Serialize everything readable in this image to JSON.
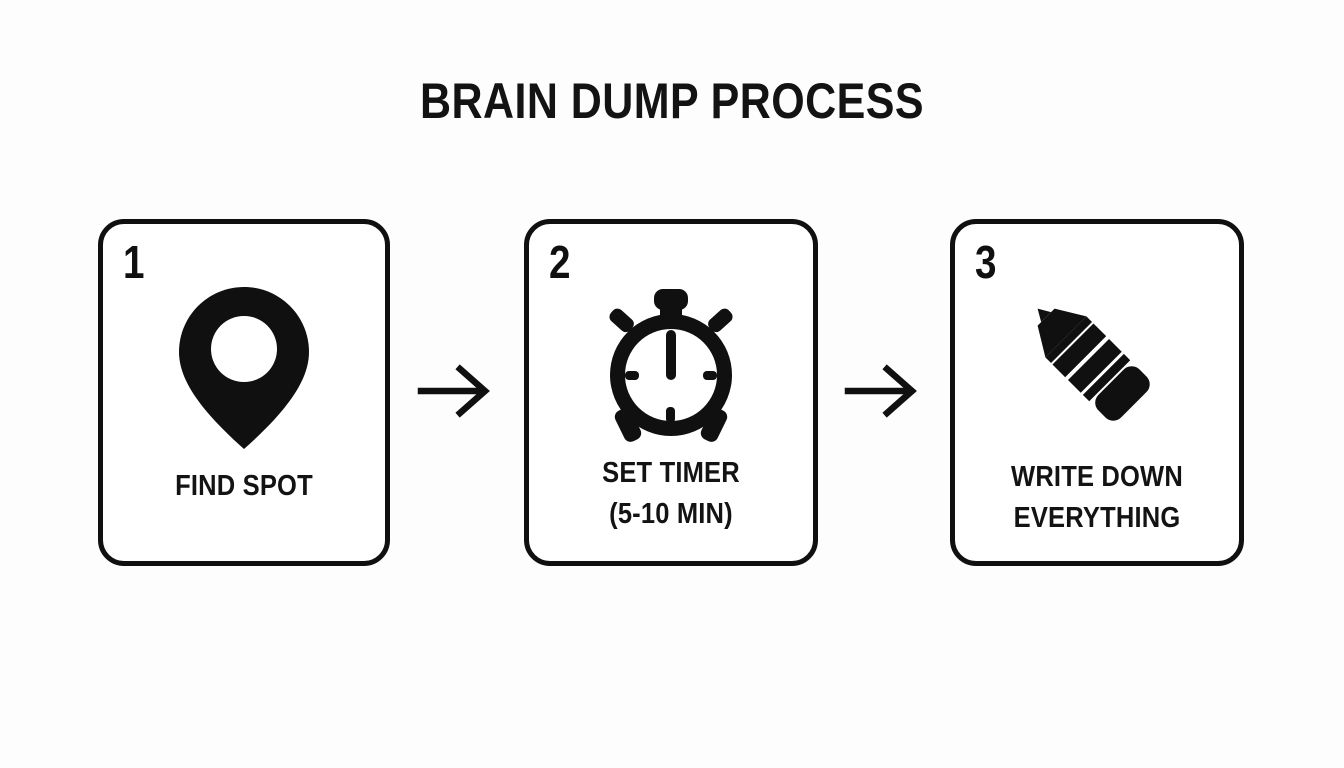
{
  "page": {
    "title": "BRAIN DUMP PROCESS",
    "background_color": "#fdfdfd",
    "ink_color": "#101010"
  },
  "steps": [
    {
      "number": "1",
      "icon": "map-pin-icon",
      "label_lines": [
        "FIND SPOT"
      ]
    },
    {
      "number": "2",
      "icon": "stopwatch-timer-icon",
      "label_lines": [
        "SET TIMER",
        "(5-10 MIN)"
      ]
    },
    {
      "number": "3",
      "icon": "pencil-icon",
      "label_lines": [
        "WRITE DOWN",
        "EVERYTHING"
      ]
    }
  ],
  "connectors": [
    {
      "icon": "arrow-right-icon"
    },
    {
      "icon": "arrow-right-icon"
    }
  ]
}
